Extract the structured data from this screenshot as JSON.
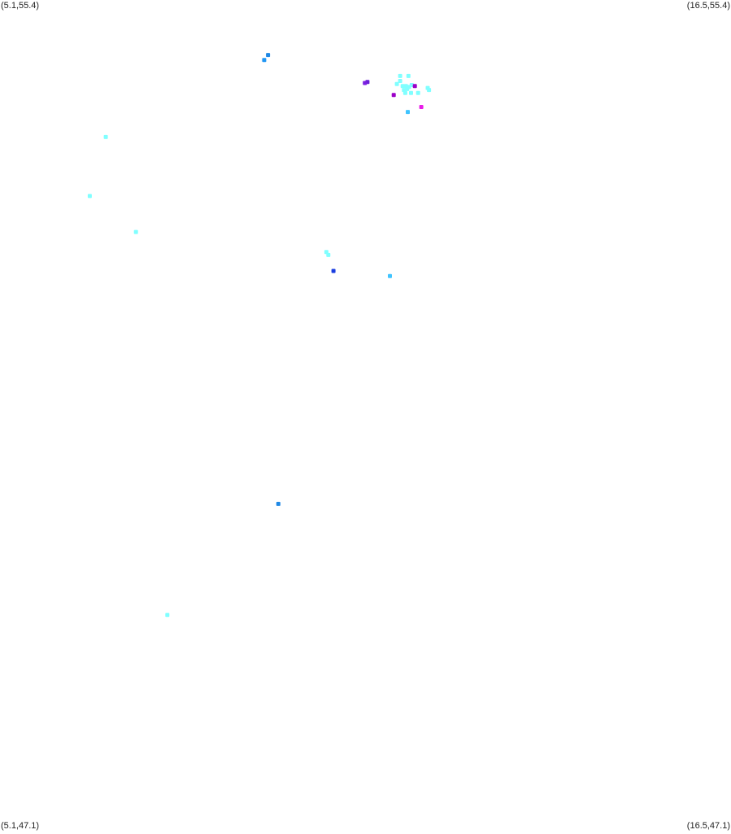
{
  "map": {
    "background": "#ffffff",
    "x_range": [
      5.1,
      16.5
    ],
    "y_range": [
      47.1,
      55.4
    ],
    "corner_labels": {
      "top_left": "(5.1,55.4)",
      "top_right": "(16.5,55.4)",
      "bottom_left": "(5.1,47.1)",
      "bottom_right": "(16.5,47.1)"
    }
  },
  "chart_data": {
    "type": "scatter",
    "xlim": [
      5.1,
      16.5
    ],
    "ylim": [
      47.1,
      55.4
    ],
    "grid": false,
    "points": [
      {
        "x": 9.28,
        "y": 54.85,
        "color": "#1e88e5"
      },
      {
        "x": 9.22,
        "y": 54.8,
        "color": "#2196f3"
      },
      {
        "x": 10.83,
        "y": 54.58,
        "color": "#6a1fd6"
      },
      {
        "x": 10.79,
        "y": 54.57,
        "color": "#7b1fe0"
      },
      {
        "x": 11.34,
        "y": 54.64,
        "color": "#80ffff"
      },
      {
        "x": 11.47,
        "y": 54.64,
        "color": "#80ffff"
      },
      {
        "x": 11.34,
        "y": 54.59,
        "color": "#80ffff"
      },
      {
        "x": 11.29,
        "y": 54.56,
        "color": "#80ffff"
      },
      {
        "x": 11.38,
        "y": 54.54,
        "color": "#80ffff"
      },
      {
        "x": 11.43,
        "y": 54.54,
        "color": "#80ffff"
      },
      {
        "x": 11.48,
        "y": 54.53,
        "color": "#80ffff"
      },
      {
        "x": 11.52,
        "y": 54.55,
        "color": "#80ffff"
      },
      {
        "x": 11.45,
        "y": 54.51,
        "color": "#80ffff"
      },
      {
        "x": 11.4,
        "y": 54.5,
        "color": "#80ffff"
      },
      {
        "x": 11.42,
        "y": 54.47,
        "color": "#80ffff"
      },
      {
        "x": 11.51,
        "y": 54.47,
        "color": "#80ffff"
      },
      {
        "x": 11.62,
        "y": 54.47,
        "color": "#80ffff"
      },
      {
        "x": 11.77,
        "y": 54.52,
        "color": "#80ffff"
      },
      {
        "x": 11.79,
        "y": 54.5,
        "color": "#80ffff"
      },
      {
        "x": 11.57,
        "y": 54.54,
        "color": "#9b00c8"
      },
      {
        "x": 11.24,
        "y": 54.45,
        "color": "#9b00c8"
      },
      {
        "x": 11.67,
        "y": 54.33,
        "color": "#e81ce8"
      },
      {
        "x": 11.46,
        "y": 54.28,
        "color": "#40c4ff"
      },
      {
        "x": 6.75,
        "y": 54.03,
        "color": "#80ffff"
      },
      {
        "x": 6.5,
        "y": 53.44,
        "color": "#80ffff"
      },
      {
        "x": 7.22,
        "y": 53.08,
        "color": "#80ffff"
      },
      {
        "x": 10.19,
        "y": 52.88,
        "color": "#80ffff"
      },
      {
        "x": 10.22,
        "y": 52.85,
        "color": "#80ffff"
      },
      {
        "x": 10.3,
        "y": 52.69,
        "color": "#1a3de0"
      },
      {
        "x": 11.18,
        "y": 52.64,
        "color": "#40c4ff"
      },
      {
        "x": 9.44,
        "y": 50.36,
        "color": "#1e88e5"
      },
      {
        "x": 7.71,
        "y": 49.25,
        "color": "#80ffff"
      }
    ]
  }
}
